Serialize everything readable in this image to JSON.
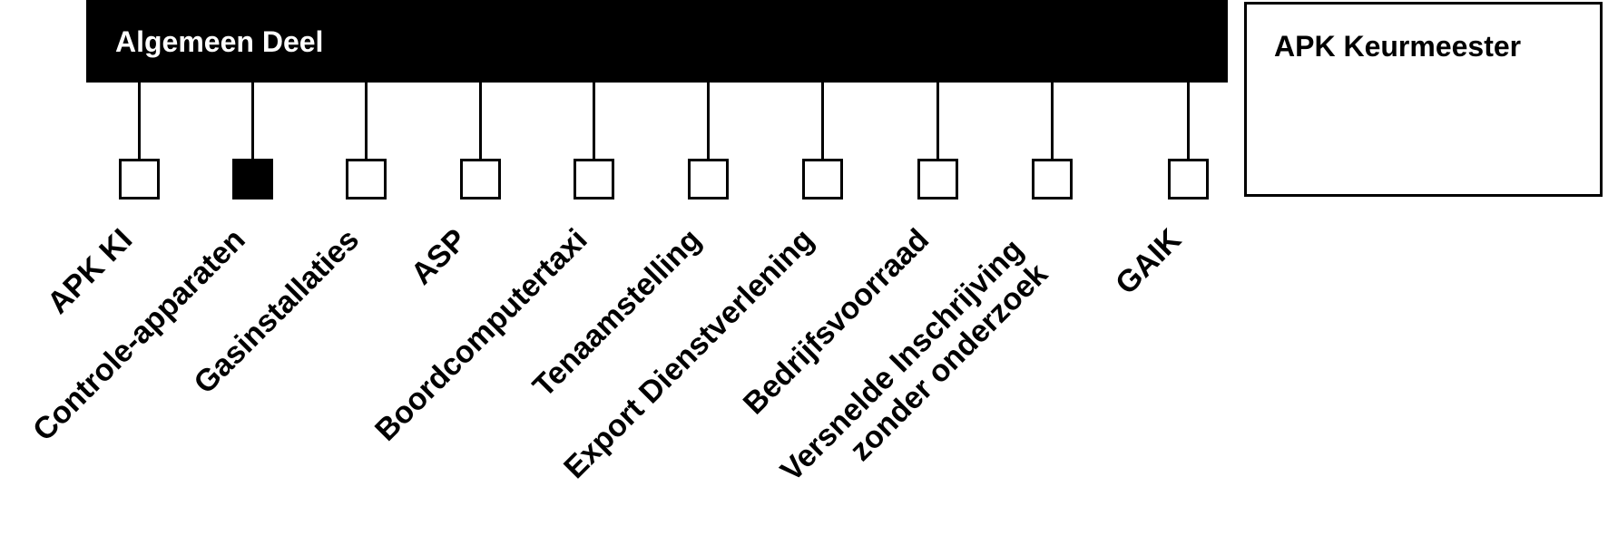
{
  "main": {
    "title": "Algemeen Deel"
  },
  "side": {
    "title": "APK Keurmeester"
  },
  "modules": [
    {
      "label": "APK KI",
      "selected": false
    },
    {
      "label": "Controle-apparaten",
      "selected": true
    },
    {
      "label": "Gasinstallaties",
      "selected": false
    },
    {
      "label": "ASP",
      "selected": false
    },
    {
      "label": "Boordcomputertaxi",
      "selected": false
    },
    {
      "label": "Tenaamstelling",
      "selected": false
    },
    {
      "label": "Export Dienstverlening",
      "selected": false
    },
    {
      "label": "Bedrijfsvoorraad",
      "selected": false
    },
    {
      "label": "Versnelde Inschrijving",
      "label2": "zonder onderzoek",
      "selected": false
    },
    {
      "label": "GAIK",
      "selected": false
    }
  ]
}
